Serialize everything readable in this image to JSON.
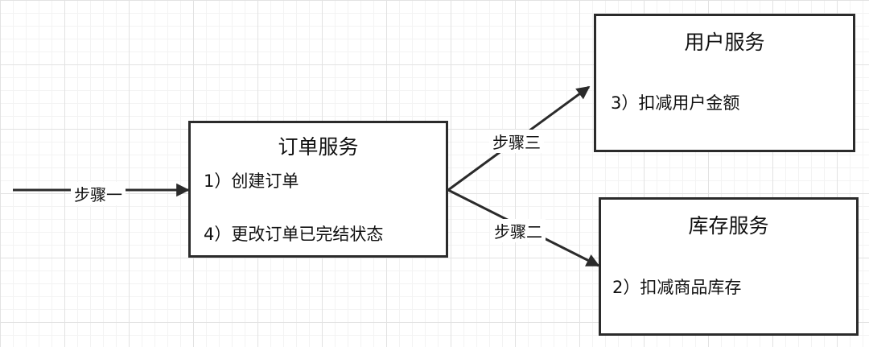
{
  "diagram": {
    "nodes": {
      "order": {
        "title": "订单服务",
        "lines": [
          "1）创建订单",
          "4）更改订单已完结状态"
        ]
      },
      "user": {
        "title": "用户服务",
        "lines": [
          "3）扣减用户金额"
        ]
      },
      "stock": {
        "title": "库存服务",
        "lines": [
          "2）扣减商品库存"
        ]
      }
    },
    "edges": {
      "step1": "步骤一",
      "step3": "步骤三",
      "step2": "步骤二"
    },
    "colors": {
      "stroke": "#2b2b2b",
      "grid": "#e2e2e2",
      "background": "#ffffff"
    }
  }
}
